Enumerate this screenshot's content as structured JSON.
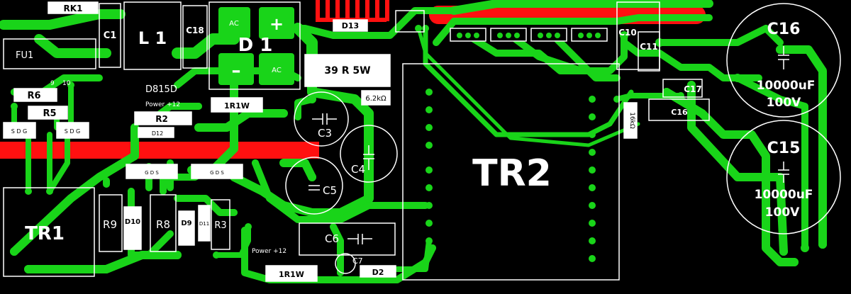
{
  "board": {
    "colors": {
      "background": "#000000",
      "copper_bottom": "#19d419",
      "copper_top": "#ff1010",
      "silkscreen": "#ffffff"
    }
  },
  "components": {
    "rk1": "RK1",
    "fu1": "FU1",
    "c1": "C1",
    "l1": "L 1",
    "c18": "C18",
    "d1": "D 1",
    "d1_ac_a": "AC",
    "d1_ac_b": "AC",
    "d1_plus": "+",
    "d1_minus": "–",
    "d13": "D13",
    "r_39": "39 R 5W",
    "r_6k2": "6.2kΩ",
    "c10": "C10",
    "c11": "C11",
    "c17": "C17",
    "c16_small": "C16",
    "c16": "C16",
    "c16_value": "10000uF",
    "c16_voltage": "100V",
    "c15": "C15",
    "c15_value": "10000uF",
    "c15_voltage": "100V",
    "r_16k": "16kΩ",
    "r6": "R6",
    "r5": "R5",
    "pin9": "9",
    "pin10": "10",
    "d815d": "D815D",
    "power12_a": "Power +12",
    "r2": "R2",
    "d12": "D12",
    "r1r1w_a": "1R1W",
    "c3": "C3",
    "c4": "C4",
    "c5": "C5",
    "tr2": "TR2",
    "tr1": "TR1",
    "r9": "R9",
    "d10": "D10",
    "r8": "R8",
    "d9": "D9",
    "d11": "D11",
    "r3": "R3",
    "c6": "C6",
    "power12_b": "Power +12",
    "c7": "C7",
    "r1r1w_b": "1R1W",
    "d2": "D2",
    "sdg_left": "S  D  G",
    "sdg_right": "S  D  G",
    "sdg_mid_a": "G  D  S",
    "sdg_mid_b": "G  D  S"
  }
}
